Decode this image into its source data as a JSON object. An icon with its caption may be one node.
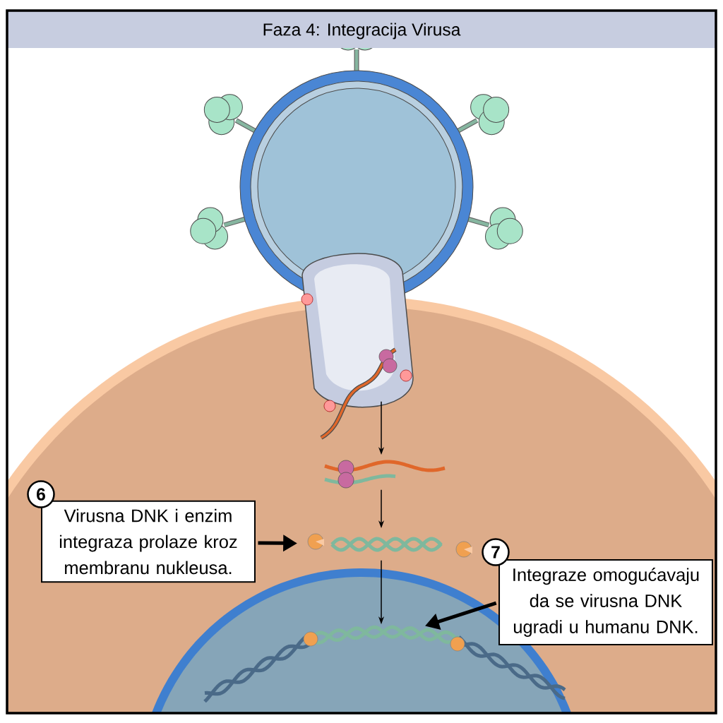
{
  "diagram": {
    "title": "Faza 4: Integracija Virusa",
    "nodes": [
      {
        "text": [
          "6",
          "Virusna DNK i enzim integraza prolaze kroz membranu nukleusa."
        ]
      },
      {
        "text": [
          "7",
          "Integraze omogućavaju da se virusna DNK ugradi u humanu DNK."
        ]
      },
      {
        "text": [],
        "shape": "picture"
      },
      {
        "text": [],
        "shape": "picture"
      },
      {
        "text": [],
        "shape": "picture"
      },
      {
        "text": [],
        "shape": "picture"
      }
    ],
    "edges": [
      {
        "from": 2,
        "to": 3,
        "arrow": "to"
      },
      {
        "from": 3,
        "to": 4,
        "arrow": "to"
      },
      {
        "from": 4,
        "to": 5,
        "arrow": "to"
      },
      {
        "from": 0,
        "to": 4,
        "arrow": "to",
        "style": "thick"
      },
      {
        "from": 1,
        "to": 5,
        "arrow": "to",
        "style": "thick"
      }
    ]
  }
}
